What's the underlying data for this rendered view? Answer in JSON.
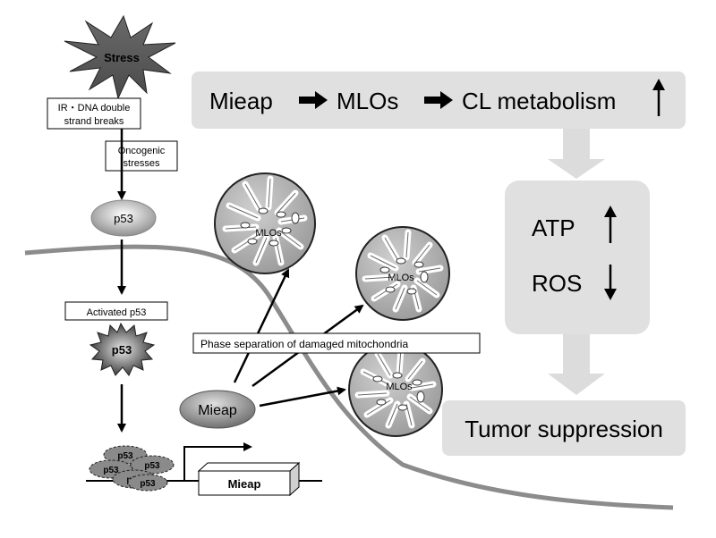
{
  "stress_label": "Stress",
  "ir_dna_box": [
    "IR・DNA double",
    "strand breaks"
  ],
  "oncogenic_box": [
    "Oncogenic",
    "stresses"
  ],
  "p53_label": "p53",
  "activated_box": "Activated p53",
  "activated_p53_label": "p53",
  "tetramer_labels": [
    "p53",
    "p53",
    "p53",
    "p53",
    "p53"
  ],
  "mieap_gene_label": "Mieap",
  "mieap_protein_label": "Mieap",
  "phase_separation_box": "Phase separation of damaged mitochondria",
  "mlo_labels": [
    "MLOs",
    "MLOs",
    "MLOs"
  ],
  "top_pathway": {
    "step1": "Mieap",
    "step2": "MLOs",
    "step3": "CL metabolism",
    "direction": "up"
  },
  "effects": [
    {
      "label": "ATP",
      "direction": "up"
    },
    {
      "label": "ROS",
      "direction": "down"
    }
  ],
  "outcome_label": "Tumor suppression",
  "colors": {
    "panel_gray": "#e0e0e0",
    "block_arrow_gray": "#dcdcdc",
    "membrane_gray": "#8c8c8c",
    "dark_gray": "#404040"
  }
}
